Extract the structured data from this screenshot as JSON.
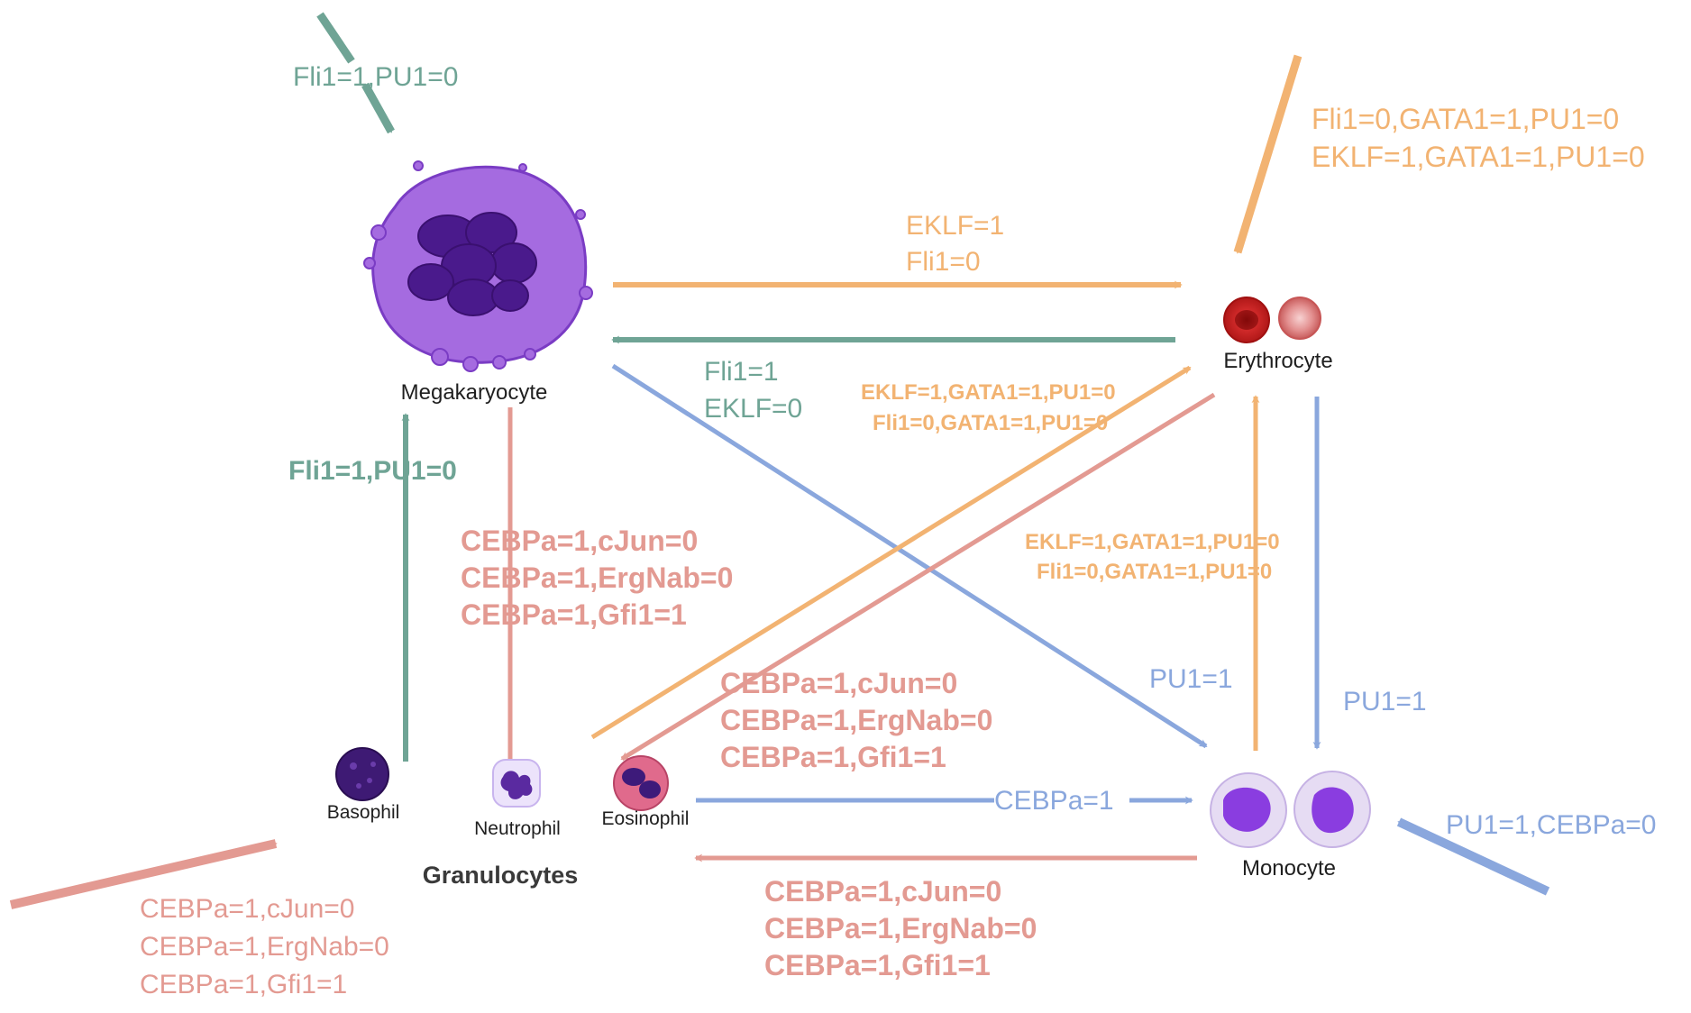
{
  "colors": {
    "teal": "#6fa495",
    "orange": "#f2b372",
    "pink": "#e39a92",
    "blue": "#8aa7dd",
    "purple": "#a56be0"
  },
  "cells": {
    "megakaryocyte": "Megakaryocyte",
    "erythrocyte": "Erythrocyte",
    "basophil": "Basophil",
    "neutrophil": "Neutrophil",
    "eosinophil": "Eosinophil",
    "granulocytes": "Granulocytes",
    "monocyte": "Monocyte"
  },
  "labels": {
    "mk_entry": "Fli1=1,PU1=0",
    "ery_entry_1": "Fli1=0,GATA1=1,PU1=0",
    "ery_entry_2": "EKLF=1,GATA1=1,PU1=0",
    "mk_to_ery_1": "EKLF=1",
    "mk_to_ery_2": "Fli1=0",
    "ery_to_mk_1": "Fli1=1",
    "ery_to_mk_2": "EKLF=0",
    "gran_to_ery_1": "EKLF=1,GATA1=1,PU1=0",
    "gran_to_ery_2": "Fli1=0,GATA1=1,PU1=0",
    "gran_to_mk": "Fli1=1,PU1=0",
    "mk_to_gran_1": "CEBPa=1,cJun=0",
    "mk_to_gran_2": "CEBPa=1,ErgNab=0",
    "mk_to_gran_3": "CEBPa=1,Gfi1=1",
    "mono_to_ery_1": "EKLF=1,GATA1=1,PU1=0",
    "mono_to_ery_2": "Fli1=0,GATA1=1,PU1=0",
    "mk_to_mono": "PU1=1",
    "ery_to_mono": "PU1=1",
    "ery_to_gran_1": "CEBPa=1,cJun=0",
    "ery_to_gran_2": "CEBPa=1,ErgNab=0",
    "ery_to_gran_3": "CEBPa=1,Gfi1=1",
    "gran_to_mono": "CEBPa=1",
    "mono_entry": "PU1=1,CEBPa=0",
    "mono_to_gran_1": "CEBPa=1,cJun=0",
    "mono_to_gran_2": "CEBPa=1,ErgNab=0",
    "mono_to_gran_3": "CEBPa=1,Gfi1=1",
    "gran_entry_1": "CEBPa=1,cJun=0",
    "gran_entry_2": "CEBPa=1,ErgNab=0",
    "gran_entry_3": "CEBPa=1,Gfi1=1"
  }
}
